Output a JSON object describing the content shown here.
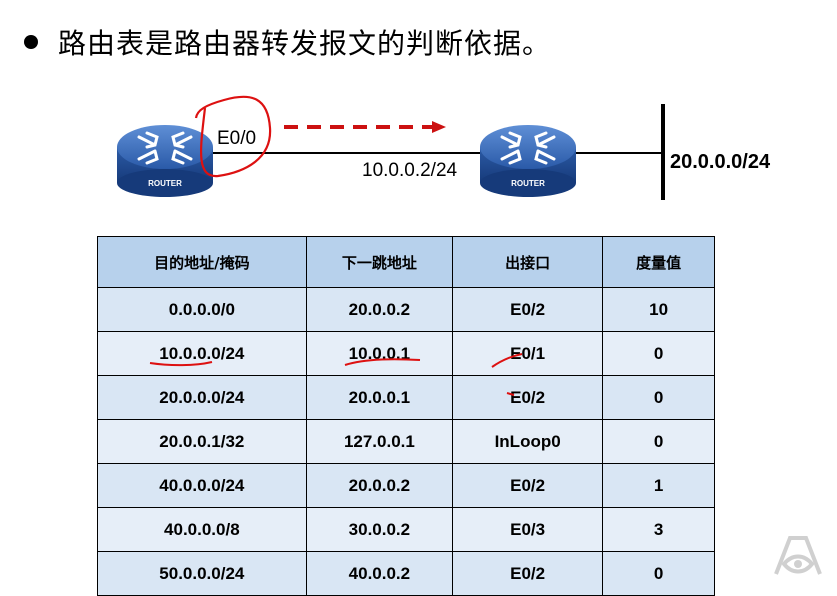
{
  "heading": {
    "text": "路由表是路由器转发报文的判断依据。"
  },
  "diagram": {
    "router_label": "ROUTER",
    "interface_label": "E0/0",
    "link_label": "10.0.0.2/24",
    "network_label": "20.0.0.0/24",
    "router_color": "#2a5aa8",
    "arrow_color": "#cc1111"
  },
  "table": {
    "headers": [
      "目的地址/掩码",
      "下一跳地址",
      "出接口",
      "度量值"
    ],
    "rows": [
      [
        "0.0.0.0/0",
        "20.0.0.2",
        "E0/2",
        "10"
      ],
      [
        "10.0.0.0/24",
        "10.0.0.1",
        "E0/1",
        "0"
      ],
      [
        "20.0.0.0/24",
        "20.0.0.1",
        "E0/2",
        "0"
      ],
      [
        "20.0.0.1/32",
        "127.0.0.1",
        "InLoop0",
        "0"
      ],
      [
        "40.0.0.0/24",
        "20.0.0.2",
        "E0/2",
        "1"
      ],
      [
        "40.0.0.0/8",
        "30.0.0.2",
        "E0/3",
        "3"
      ],
      [
        "50.0.0.0/24",
        "40.0.0.2",
        "E0/2",
        "0"
      ]
    ]
  }
}
